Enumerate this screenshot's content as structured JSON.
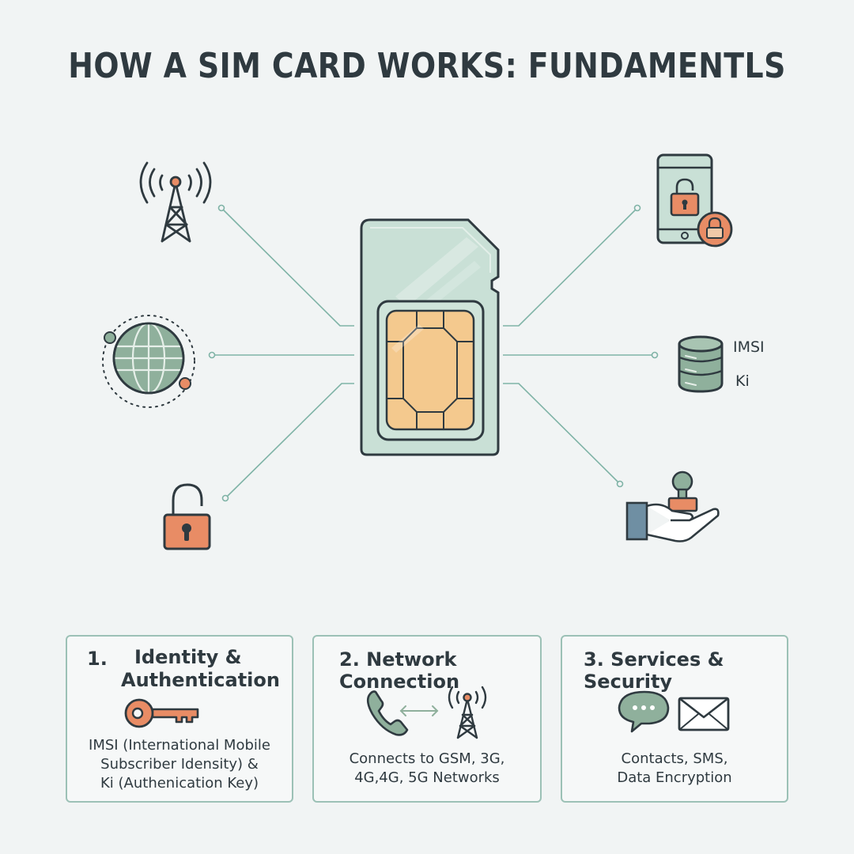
{
  "title": "HOW A SIM CARD WORKS: FUNDAMENTLS",
  "database_labels": [
    "IMSI",
    "Ki"
  ],
  "cards": [
    {
      "number": "1.",
      "title_lines": [
        "Identity &",
        "Authentication"
      ],
      "description_lines": [
        "IMSI (International Mobile",
        "Subscriber Idensity) &",
        "Ki (Authenication Key)"
      ]
    },
    {
      "title": "2. Network Connection",
      "description_lines": [
        "Connects to GSM, 3G,",
        "4G,4G, 5G Networks"
      ]
    },
    {
      "title": "3. Services & Security",
      "description_lines": [
        "Contacts, SMS,",
        "Data Encryption"
      ]
    }
  ],
  "icons": {
    "left": [
      "cell-tower-icon",
      "globe-icon",
      "padlock-open-icon"
    ],
    "right": [
      "smartphone-lock-icon",
      "database-icon",
      "hand-stamp-icon"
    ],
    "card1": [
      "key-icon"
    ],
    "card2": [
      "phone-icon",
      "double-arrow-icon",
      "cell-tower-icon"
    ],
    "card3": [
      "chat-bubble-icon",
      "envelope-icon"
    ]
  },
  "colors": {
    "accent_orange": "#e88c65",
    "sage_green": "#8fb09c",
    "chip_gold": "#f4c98e",
    "sim_body": "#c9e0d6",
    "ink": "#2f3a40",
    "connector": "#7fb3a6"
  }
}
